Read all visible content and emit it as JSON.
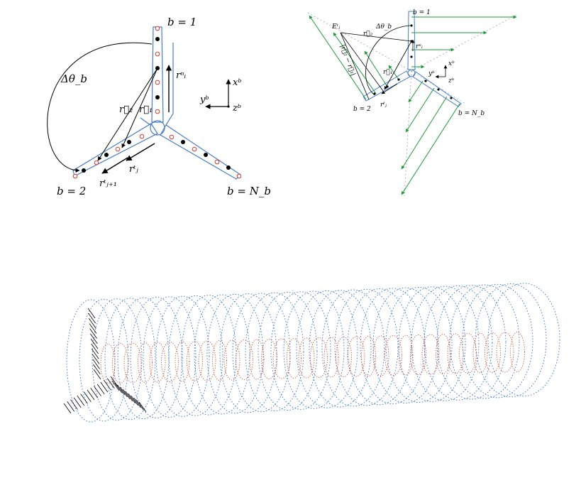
{
  "panel_left": {
    "blade_labels": [
      "b = 1",
      "b = 2",
      "b = N_b"
    ],
    "delta_theta": "Δθ_b",
    "r2": "r⃗₂",
    "r1": "r⃗₁",
    "rn": "rⁿᵢ",
    "rt_j": "rᵗⱼ",
    "rt_j1": "rᵗⱼ₊₁",
    "axis_x": "xᵇ",
    "axis_y": "yᵇ",
    "axis_z": "zᵇ"
  },
  "panel_right": {
    "blade_labels": [
      "b = 1",
      "b = 2",
      "b = N_b"
    ],
    "delta_theta": "Δθ_b",
    "E": "Eᵗⱼ",
    "r2": "r⃗₂",
    "r1": "r⃗₁",
    "rn": "rⁿᵢ",
    "rt": "rᵗⱼ",
    "dist": "|r⃗₂ − r⃗₁|",
    "axis_x": "xᵇ",
    "axis_y": "yᵇ",
    "axis_z": "zᵇ"
  },
  "colors": {
    "blade_outline": "#4a7cc7",
    "node_black": "#000000",
    "node_red": "#d23a2a",
    "vector_green": "#1e9a3c",
    "wake_blue": "#2f6fd0",
    "wake_orange": "#c8461d",
    "dash_grey": "#9aa6b2"
  }
}
